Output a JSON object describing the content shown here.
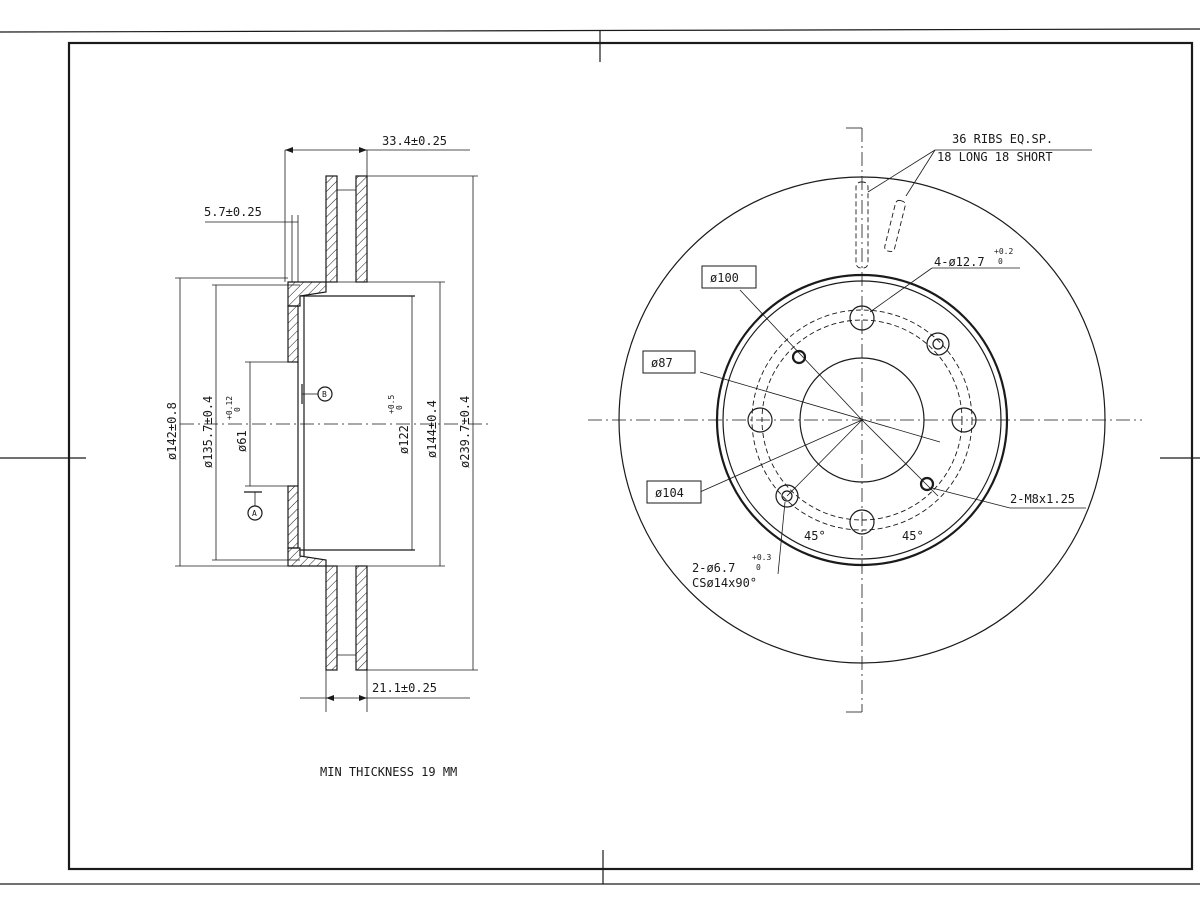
{
  "section_view": {
    "dim_overall_width": "33.4±0.25",
    "dim_hat_offset": "5.7±0.25",
    "dim_rotor_thickness": "21.1±0.25",
    "dim_d142": "ø142±0.8",
    "dim_d135": "ø135.7±0.4",
    "dim_d61": "ø61",
    "dim_d61_tol_upper": "+0.12",
    "dim_d61_tol_lower": "0",
    "dim_d122": "ø122",
    "dim_d122_tol_upper": "+0.5",
    "dim_d122_tol_lower": "0",
    "dim_d144": "ø144±0.4",
    "dim_d239": "ø239.7±0.4",
    "datum_a": "A",
    "datum_b": "B"
  },
  "front_view": {
    "ribs_line1": "36 RIBS EQ.SP.",
    "ribs_line2": "18 LONG 18 SHORT",
    "holes_4_main": "4-ø12.7",
    "holes_4_tol_upper": "+0.2",
    "holes_4_tol_lower": "0",
    "callout_d100": "ø100",
    "callout_d87": "ø87",
    "callout_d104": "ø104",
    "callout_thread": "2-M8x1.25",
    "holes_2_main": "2-ø6.7",
    "holes_2_tol_upper": "+0.3",
    "holes_2_tol_lower": "0",
    "holes_2_countersink": "CSø14x90°",
    "angle_left": "45°",
    "angle_right": "45°"
  },
  "notes": {
    "min_thickness": "MIN THICKNESS 19 MM"
  }
}
